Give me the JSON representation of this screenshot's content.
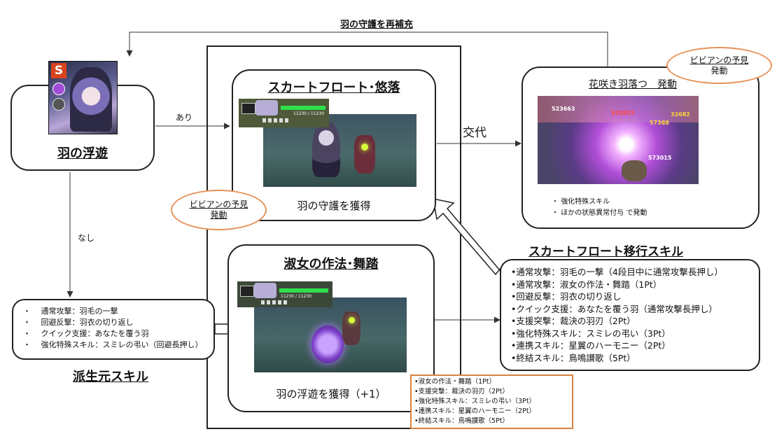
{
  "top_arrow_label": "羽の守護を再補充",
  "left_box": {
    "title": "羽の浮遊",
    "avatar_badge": "S"
  },
  "edge_labels": {
    "ari": "あり",
    "nashi": "なし",
    "koutai": "交代"
  },
  "center_top": {
    "title": "スカートフロート･悠落",
    "caption": "羽の守護を獲得",
    "hud": "11230 / 11230"
  },
  "center_bottom": {
    "title": "淑女の作法･舞踏",
    "caption": "羽の浮遊を獲得（+1）",
    "hud": "11230 / 11230"
  },
  "right_box": {
    "title": "花咲き羽落つ　発動",
    "damage_numbers": [
      "523663",
      "523815",
      "57388",
      "573015",
      "32682"
    ],
    "bullets": [
      "強化特殊スキル",
      "ほかの状態異常付与 で発動"
    ]
  },
  "bubble_top_right": {
    "line1": "ビビアンの予見",
    "line2": "発動"
  },
  "bubble_center": {
    "line1": "ビビアンの予見",
    "line2": "発動"
  },
  "origin_skills": {
    "title": "派生元スキル",
    "items": [
      "通常攻撃：羽毛の一撃",
      "回避反撃：羽衣の切り返し",
      "クイック支援：あなたを覆う羽",
      "強化特殊スキル：スミレの弔い（回避長押し）"
    ]
  },
  "transition_skills": {
    "title": "スカートフロート移行スキル",
    "items": [
      "•通常攻撃：羽毛の一撃（4段目中に通常攻撃長押し）",
      "•通常攻撃：淑女の作法・舞踏（1Pt）",
      "•回避反撃：羽衣の切り返し",
      "•クイック支援：あなたを覆う羽（通常攻撃長押し）",
      "•支援突撃：裁決の羽刃（2Pt）",
      "•強化特殊スキル：スミレの弔い（3Pt）",
      "•連携スキル：星翼のハーモニー（2Pt）",
      "•終結スキル：鳥鳴讃歌（5Pt）"
    ]
  },
  "pt_box": {
    "items": [
      "•淑女の作法・舞踏（1Pt）",
      "•支援突撃：裁決の羽刃（2Pt）",
      "•強化特殊スキル：スミレの弔い（3Pt）",
      "•連携スキル：星翼のハーモニー（2Pt）",
      "•終結スキル：鳥鳴讃歌（5Pt）"
    ]
  },
  "colors": {
    "orange": "#e8925a",
    "pt_border": "#d9823e",
    "line": "#222222"
  }
}
